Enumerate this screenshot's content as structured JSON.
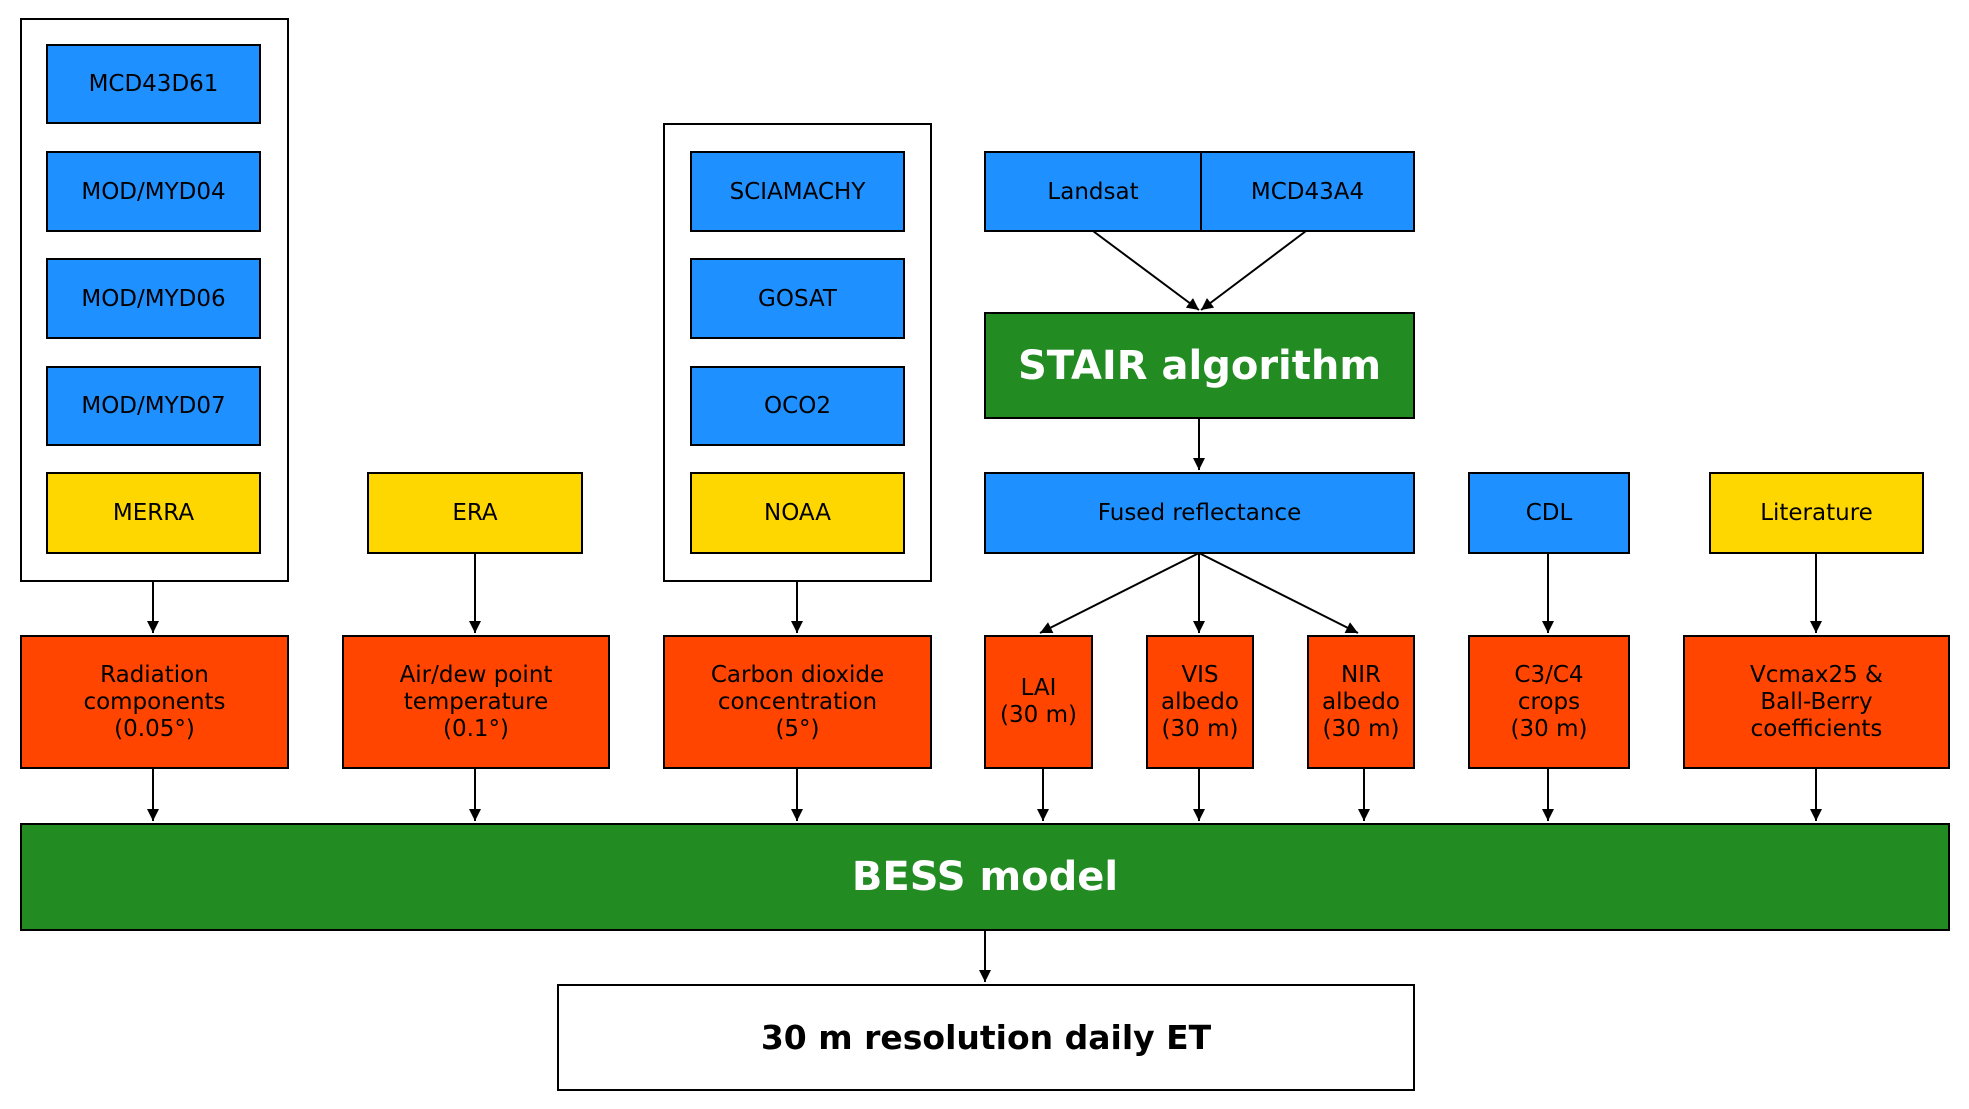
{
  "colors": {
    "satellite_source": "#1e90ff",
    "reanalysis_source": "#ffd700",
    "intermediate_product": "#ff4500",
    "algorithm": "#228b22",
    "output": "#ffffff"
  },
  "groups": {
    "radiation_inputs": [
      "MCD43D61",
      "MOD/MYD04",
      "MOD/MYD06",
      "MOD/MYD07",
      "MERRA"
    ],
    "co2_inputs": [
      "SCIAMACHY",
      "GOSAT",
      "OCO2",
      "NOAA"
    ]
  },
  "sources": {
    "era": "ERA",
    "landsat": "Landsat",
    "mcd43a4": "MCD43A4",
    "fused_reflectance": "Fused reflectance",
    "cdl": "CDL",
    "literature": "Literature"
  },
  "algorithms": {
    "stair": "STAIR algorithm",
    "bess": "BESS model"
  },
  "products": {
    "radiation": "Radiation\ncomponents\n(0.05°)",
    "air_temp": "Air/dew point\ntemperature\n(0.1°)",
    "co2": "Carbon dioxide\nconcentration\n(5°)",
    "lai": "LAI\n(30 m)",
    "vis_albedo": "VIS\nalbedo\n(30 m)",
    "nir_albedo": "NIR\nalbedo\n(30 m)",
    "c3c4": "C3/C4\ncrops\n(30 m)",
    "vcmax": "Vcmax25 &\nBall-Berry\ncoefficients"
  },
  "output": {
    "label": "30 m resolution daily ET"
  }
}
